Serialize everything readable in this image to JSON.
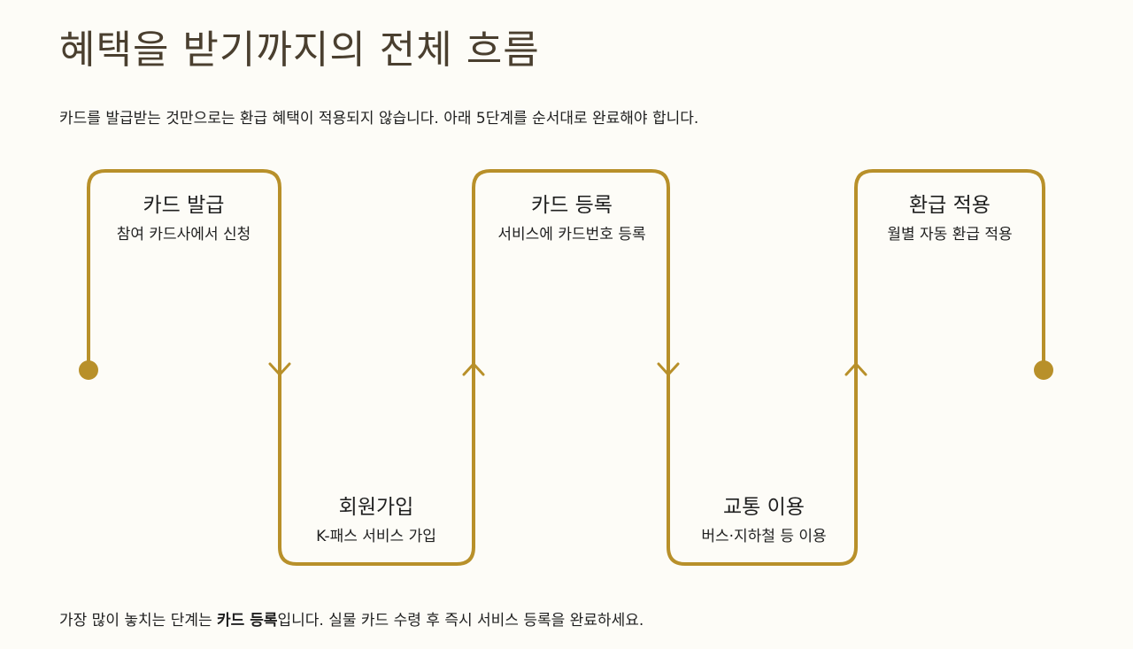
{
  "title": "혜택을 받기까지의 전체 흐름",
  "intro": "카드를 발급받는 것만으로는 환급 혜택이 적용되지 않습니다. 아래 5단계를 순서대로 완료해야 합니다.",
  "accent_color": "#b8902a",
  "steps": [
    {
      "title": "카드 발급",
      "desc": "참여 카드사에서 신청"
    },
    {
      "title": "회원가입",
      "desc": "K-패스 서비스 가입"
    },
    {
      "title": "카드 등록",
      "desc": "서비스에 카드번호 등록"
    },
    {
      "title": "교통 이용",
      "desc": "버스·지하철 등 이용"
    },
    {
      "title": "환급 적용",
      "desc": "월별 자동 환급 적용"
    }
  ],
  "footer": {
    "prefix": "가장 많이 놓치는 단계는 ",
    "highlight": "카드 등록",
    "suffix": "입니다. 실물 카드 수령 후 즉시 서비스 등록을 완료하세요."
  }
}
